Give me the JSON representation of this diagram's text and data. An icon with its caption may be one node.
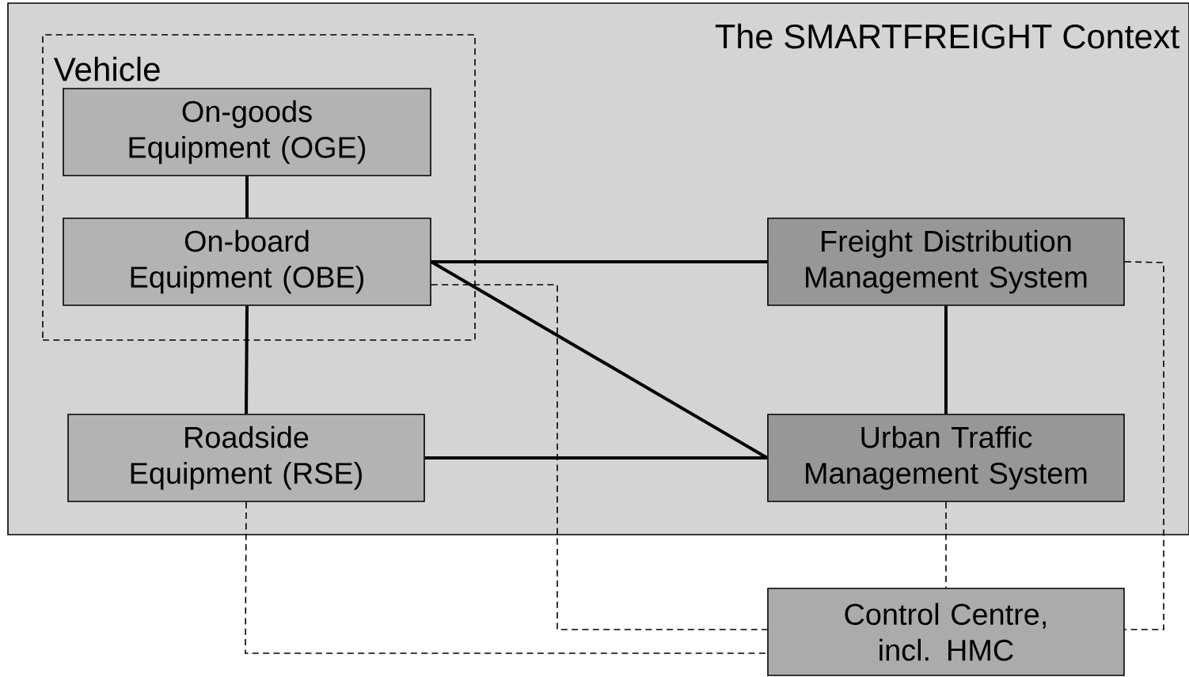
{
  "diagram": {
    "nodes": [
      {
        "text": [
          "The SMARTFREIGHT Context"
        ]
      },
      {
        "text": [
          "Vehicle"
        ],
        "in": 0
      },
      {
        "text": [
          "On-goods Equipment (OGE)"
        ],
        "in": 1
      },
      {
        "text": [
          "On-board Equipment (OBE)"
        ],
        "in": 1
      },
      {
        "text": [
          "Freight Distribution Management System"
        ],
        "in": 0
      },
      {
        "text": [
          "Roadside Equipment (RSE)"
        ],
        "in": 0
      },
      {
        "text": [
          "Urban Traffic Management System"
        ],
        "in": 0
      },
      {
        "text": [
          "Control Centre, incl. HMC"
        ]
      }
    ],
    "edges": [
      {
        "from": 2,
        "to": 3,
        "arrow": "none"
      },
      {
        "from": 3,
        "to": 4,
        "arrow": "none"
      },
      {
        "from": 3,
        "to": 6,
        "arrow": "none"
      },
      {
        "from": 3,
        "to": 5,
        "arrow": "none"
      },
      {
        "from": 4,
        "to": 6,
        "arrow": "none"
      },
      {
        "from": 5,
        "to": 6,
        "arrow": "none"
      },
      {
        "from": 3,
        "to": 7,
        "arrow": "none",
        "style": "dashed"
      },
      {
        "from": 4,
        "to": 7,
        "arrow": "none",
        "style": "dashed"
      },
      {
        "from": 6,
        "to": 7,
        "arrow": "none",
        "style": "dashed"
      },
      {
        "from": 5,
        "to": 7,
        "arrow": "none",
        "style": "dashed"
      }
    ]
  }
}
